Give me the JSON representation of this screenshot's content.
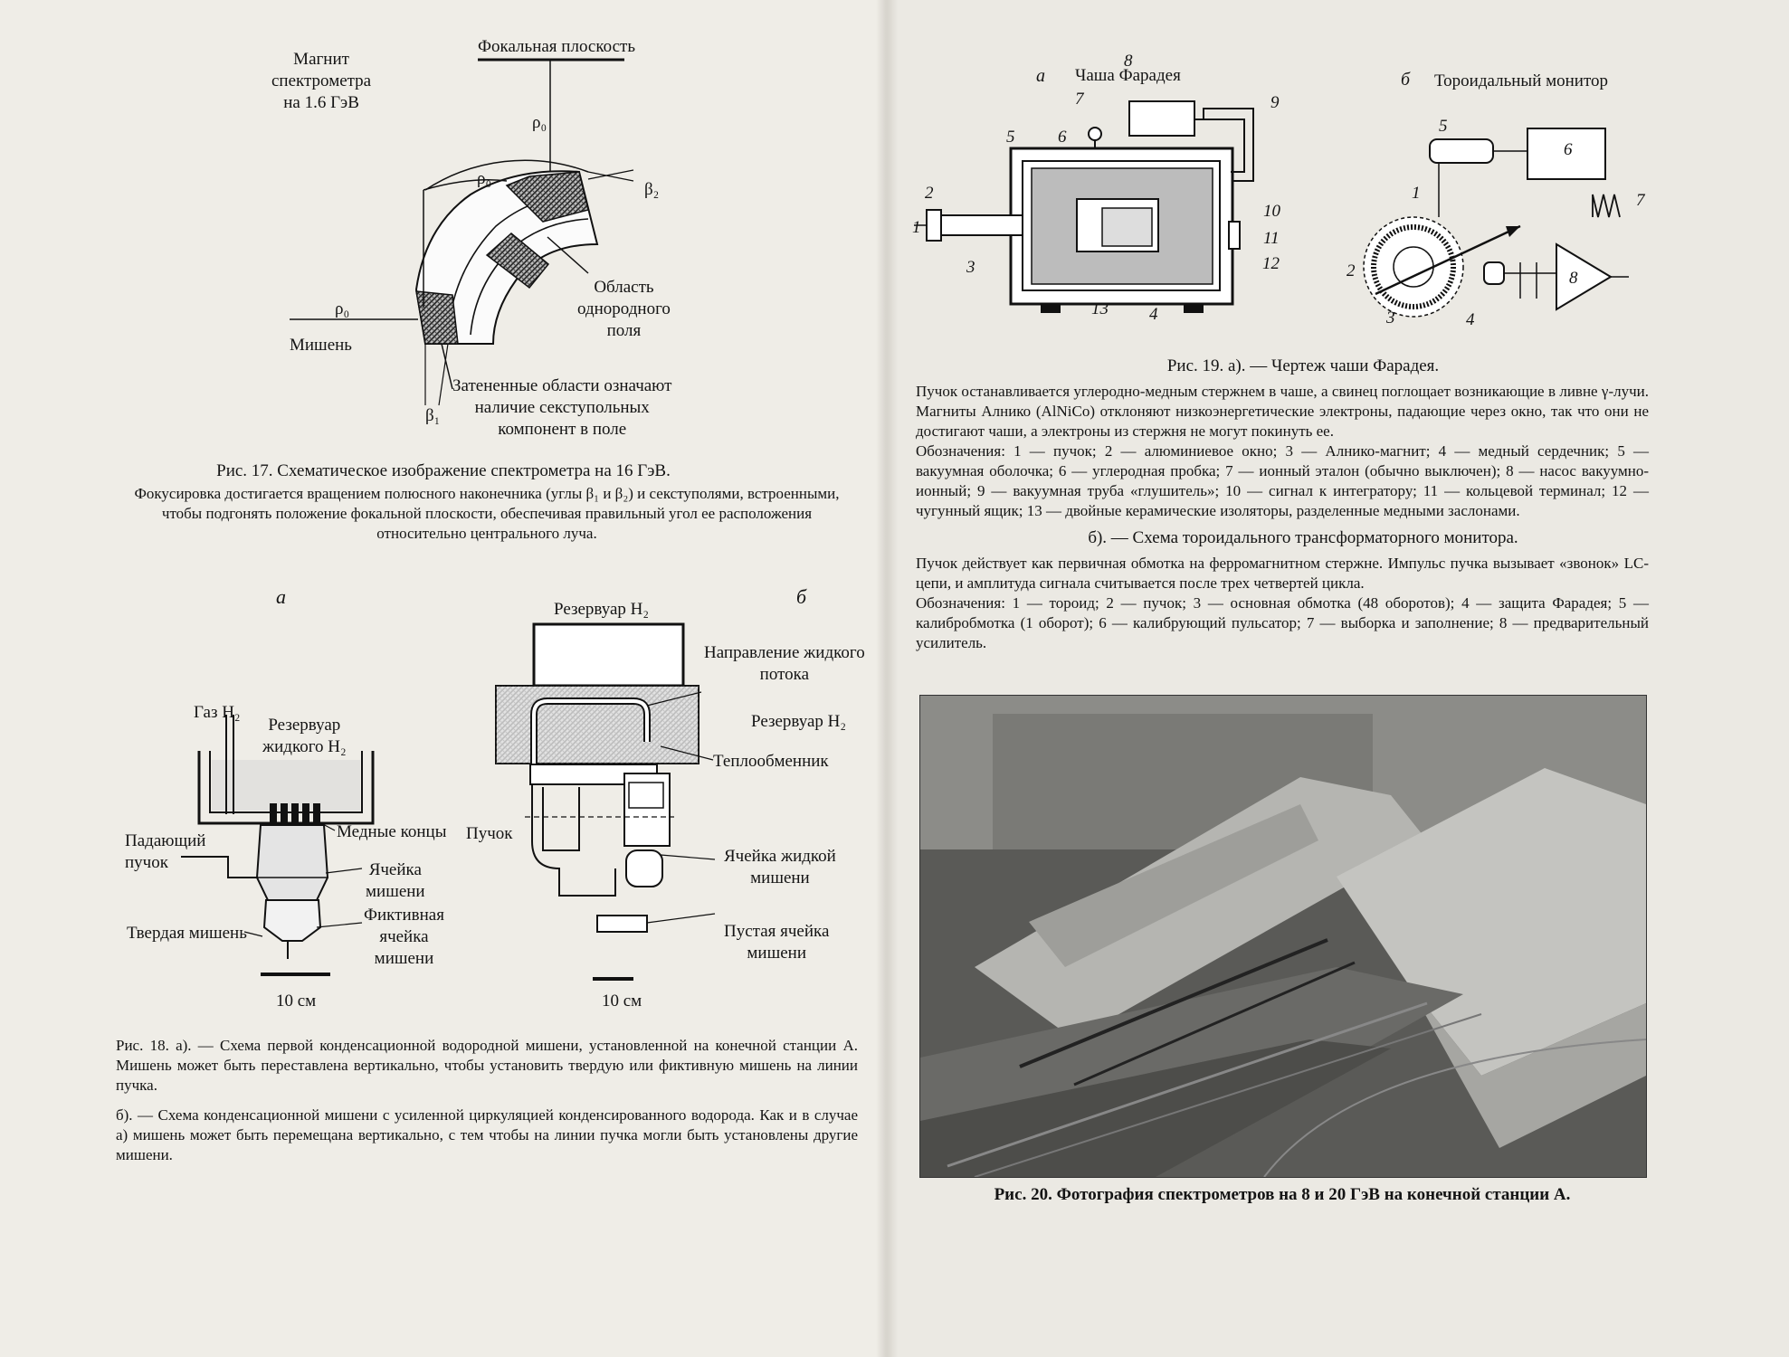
{
  "fig17": {
    "label_magnet": [
      "Магнит",
      "спектрометра",
      "на 1.6 ГэВ"
    ],
    "label_focal": "Фокальная плоскость",
    "label_rho": "ρ₀",
    "label_beta1": "β₁",
    "label_beta2": "β₂",
    "label_target": "Мишень",
    "label_uniform": [
      "Область",
      "однородного",
      "поля"
    ],
    "label_shaded": [
      "Затененные области означают",
      "наличие секступольных",
      "компонент в поле"
    ],
    "caption": "Рис. 17. Схематическое изображение спектрометра на 16 ГэВ.",
    "text": "Фокусировка достигается вращением полюсного наконечника (углы β₁ и β₂) и секступолями, встроенными, чтобы подгонять положение фокальной плоскости, обеспечивая правильный угол ее расположения относительно центрального луча."
  },
  "fig18": {
    "mark_a": "а",
    "mark_b": "б",
    "a_gas": "Газ H₂",
    "a_reservoir": [
      "Резервуар",
      "жидкого H₂"
    ],
    "a_falling": [
      "Падающий",
      "пучок"
    ],
    "a_copper": "Медные концы",
    "a_cell": [
      "Ячейка",
      "мишени"
    ],
    "a_dummy": [
      "Фиктивная",
      "ячейка",
      "мишени"
    ],
    "a_solid": "Твердая мишень",
    "a_scale": "10 см",
    "b_reservoir_top": "Резервуар H₂",
    "b_direction": [
      "Направление жидкого",
      "потока"
    ],
    "b_reservoir": "Резервуар H₂",
    "b_exchanger": "Теплообменник",
    "b_beam": "Пучок",
    "b_liquid_cell": [
      "Ячейка жидкой",
      "мишени"
    ],
    "b_empty_cell": [
      "Пустая ячейка",
      "мишени"
    ],
    "b_scale": "10 см",
    "caption_a": "Рис. 18. а). — Схема первой конденсационной водородной мишени, установленной на конечной станции А. Мишень может быть переставлена вертикально, чтобы установить твердую или фиктивную мишень на линии пучка.",
    "caption_b": "б). — Схема конденсационной мишени с усиленной циркуляцией конденсированного водорода. Как и в случае а) мишень может быть перемещана вертикально, с тем чтобы на линии пучка могли быть установлены другие мишени."
  },
  "fig19": {
    "mark_a": "а",
    "title_a": "Чаша Фарадея",
    "mark_b": "б",
    "title_b": "Тороидальный монитор",
    "nums_a": [
      "1",
      "2",
      "3",
      "4",
      "5",
      "6",
      "7",
      "8",
      "9",
      "10",
      "11",
      "12",
      "13"
    ],
    "nums_b": [
      "1",
      "2",
      "3",
      "4",
      "5",
      "6",
      "7",
      "8"
    ],
    "caption": "Рис. 19. а). — Чертеж чаши Фарадея.",
    "text_a": "Пучок останавливается углеродно-медным стержнем в чаше, а свинец поглощает возникающие в ливне γ-лучи. Магниты Алнико (AlNiCo) отклоняют низкоэнергетические электроны, падающие через окно, так что они не достигают чаши, а электроны из стержня не могут покинуть ее.",
    "legend_a": "Обозначения: 1 — пучок; 2 — алюминиевое окно; 3 — Алнико-магнит; 4 — медный сердечник; 5 — вакуумная оболочка; 6 — углеродная пробка; 7 — ионный эталон (обычно выключен); 8 — насос вакуумно-ионный; 9 — вакуумная труба «глушитель»; 10 — сигнал к интегратору; 11 — кольцевой терминал; 12 — чугунный ящик; 13 — двойные керамические изоляторы, разделенные медными заслонами.",
    "caption_b": "б). — Схема тороидального трансформаторного монитора.",
    "text_b": "Пучок действует как первичная обмотка на ферромагнитном стержне. Импульс пучка вызывает «звонок» LC-цепи, и амплитуда сигнала считывается после трех четвертей цикла.",
    "legend_b": "Обозначения: 1 — тороид; 2 — пучок; 3 — основная обмотка (48 оборотов); 4 — защита Фарадея; 5 — калибробмотка (1 оборот); 6 — калибрующий пульсатор; 7 — выборка и заполнение; 8 — предварительный усилитель."
  },
  "fig20": {
    "caption": "Рис. 20. Фотография спектрометров на 8 и 20 ГэВ на конечной станции А."
  }
}
